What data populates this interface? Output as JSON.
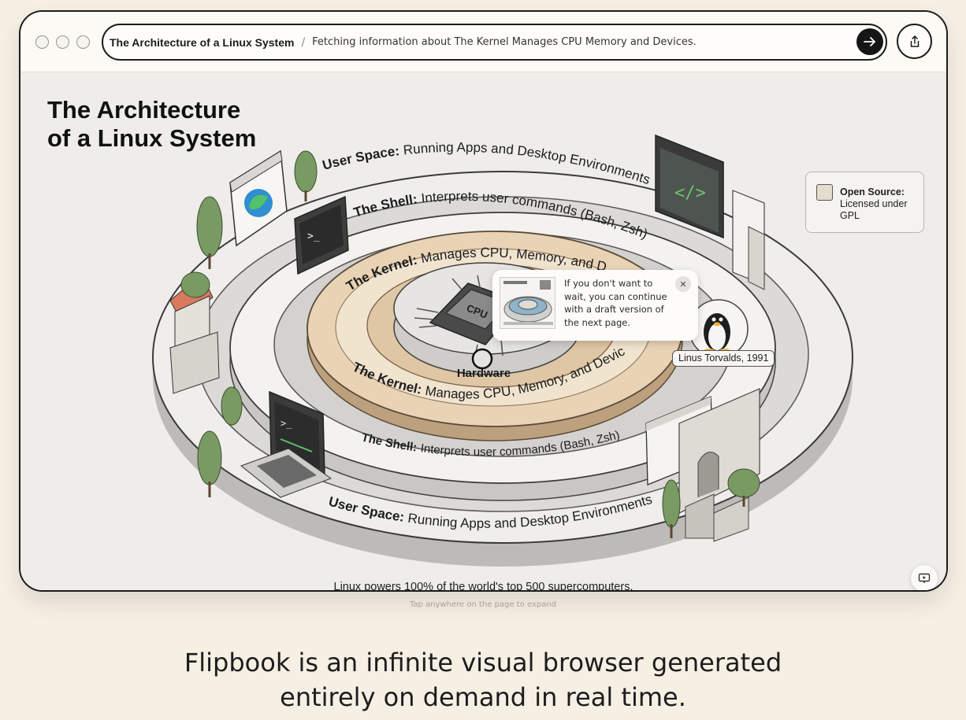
{
  "browser": {
    "page_title": "The Architecture of a Linux System",
    "separator": "/",
    "status": "Fetching information about The Kernel Manages CPU Memory and Devices.",
    "go_icon": "arrow-right-icon",
    "share_icon": "share-icon"
  },
  "page": {
    "title_line1": "The Architecture",
    "title_line2": "of a Linux System",
    "layers": {
      "user_space_label": "User Space:",
      "user_space_text": "Running Apps and Desktop Environments",
      "shell_label": "The Shell:",
      "shell_text": "Interprets user commands (Bash, Zsh)",
      "kernel_label": "The Kernel:",
      "kernel_text": "Manages CPU, Memory, and Devices",
      "kernel_top_text": "Manages CPU, Memory, and D",
      "hardware_label": "Hardware",
      "cpu_label": "CPU"
    },
    "legend": {
      "bold": "Open Source:",
      "text": "Licensed under GPL"
    },
    "tux_label": "Linus Torvalds, 1991",
    "footnote": "Linux powers 100% of the world's top 500 supercomputers."
  },
  "tooltip": {
    "text": "If you don't want to wait, you can continue with a draft version of the next page.",
    "close": "✕"
  },
  "hint": "Tap anywhere on the page to expand",
  "tagline_line1": "Flipbook is an infinite visual browser generated",
  "tagline_line2": "entirely on demand in real time.",
  "colors": {
    "background": "#f5efe4",
    "kernel_ring": "#e2c9a7",
    "user_ring": "#ecebe8",
    "dark": "#1c1c1c"
  }
}
